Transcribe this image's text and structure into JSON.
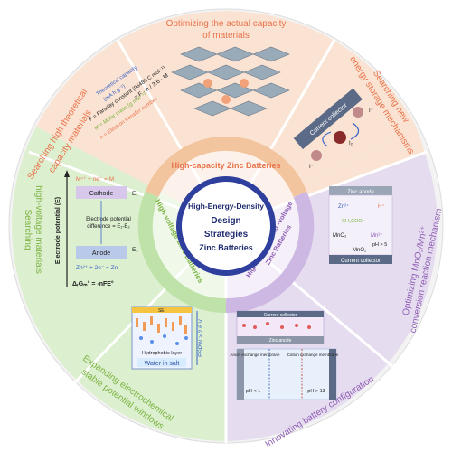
{
  "colors": {
    "orange_bg": "#fbe3d3",
    "orange_text": "#e8734a",
    "green_bg": "#dcefcf",
    "green_text": "#7cb342",
    "purple_bg": "#e6dcef",
    "purple_text": "#8e5fb5",
    "center_ring": "#2f3f9e",
    "center_fill": "#ffffff"
  },
  "center": {
    "line1": "High-Energy-Density",
    "line2": "Design",
    "line3": "Strategies",
    "line4": "Zinc Batteries"
  },
  "rings": {
    "orange": "High-capacity Zinc Batteries",
    "green": "High-voltage Zinc Batteries",
    "purple_line1": "High-capacity and -voltage",
    "purple_line2": "Zinc Batteries"
  },
  "segments": {
    "top": "Optimizing the actual capacity",
    "top_line2": "of materials",
    "upper_left_line1": "Searching high theoretical",
    "upper_left_line2": "capacity materials",
    "upper_right_line1": "Searching new",
    "upper_right_line2": "energy storage mechanisms",
    "left_line1": "Searching",
    "left_line2": "high-voltage materials",
    "lower_left_line1": "Expanding electrochemical",
    "lower_left_line2": "stable potential windows",
    "right_line1": "Optimizing MnO₂/Mn²⁺",
    "right_line2": "conversion reaction mechanism",
    "bottom_right": "Innovating battery configuration"
  },
  "formula": {
    "title": "Theoretical capacity",
    "units": "(mA h g⁻¹)",
    "eq": "= F · n / 3.6 · M",
    "f_line": "F = Faraday constant (96485 C mol⁻¹)",
    "m_line": "M = Molar mass (g mol⁻¹)",
    "n_line": "n = Electron transfer number"
  },
  "voltage": {
    "axis": "Electrode potential (E)",
    "reaction_top": "Mⁿ⁺ + ne⁻ = M",
    "cathode": "Cathode",
    "e1": "E₁",
    "difference_line1": "Electrode potential",
    "difference_line2": "difference = E₁-E₂",
    "e2": "E₂",
    "anode": "Anode",
    "reaction_bottom": "Zn²⁺ + 2e⁻ = Zn",
    "gibbs": "ΔᵣGₘ° = -nFE°"
  },
  "current_collector": "Current collector",
  "ions": {
    "i_minus": "I⁻",
    "i2": "I₂",
    "i_minus_b": "I⁻"
  },
  "salt": {
    "seis": "SEI",
    "esw": "ESPW > 2.6 V",
    "layer": "Hydrophobic layer",
    "caption": "Water in salt"
  },
  "mno2": {
    "zinc_anode": "Zinc anode",
    "zn2": "Zn²⁺",
    "h_plus": "H⁺",
    "mn": "Mn²⁺",
    "mno2": "MnO₂",
    "mno2_b": "MnO₂",
    "ph": "pH > 5",
    "acetate": "CH₃COO⁻",
    "collector": "Current collector"
  },
  "config": {
    "collector": "Current collector",
    "label1": "Zinc anode",
    "anion": "Anion exchange membrane",
    "cation": "Cation exchange membrane",
    "ph1": "pH < 1",
    "ph2": "pH > 13"
  }
}
